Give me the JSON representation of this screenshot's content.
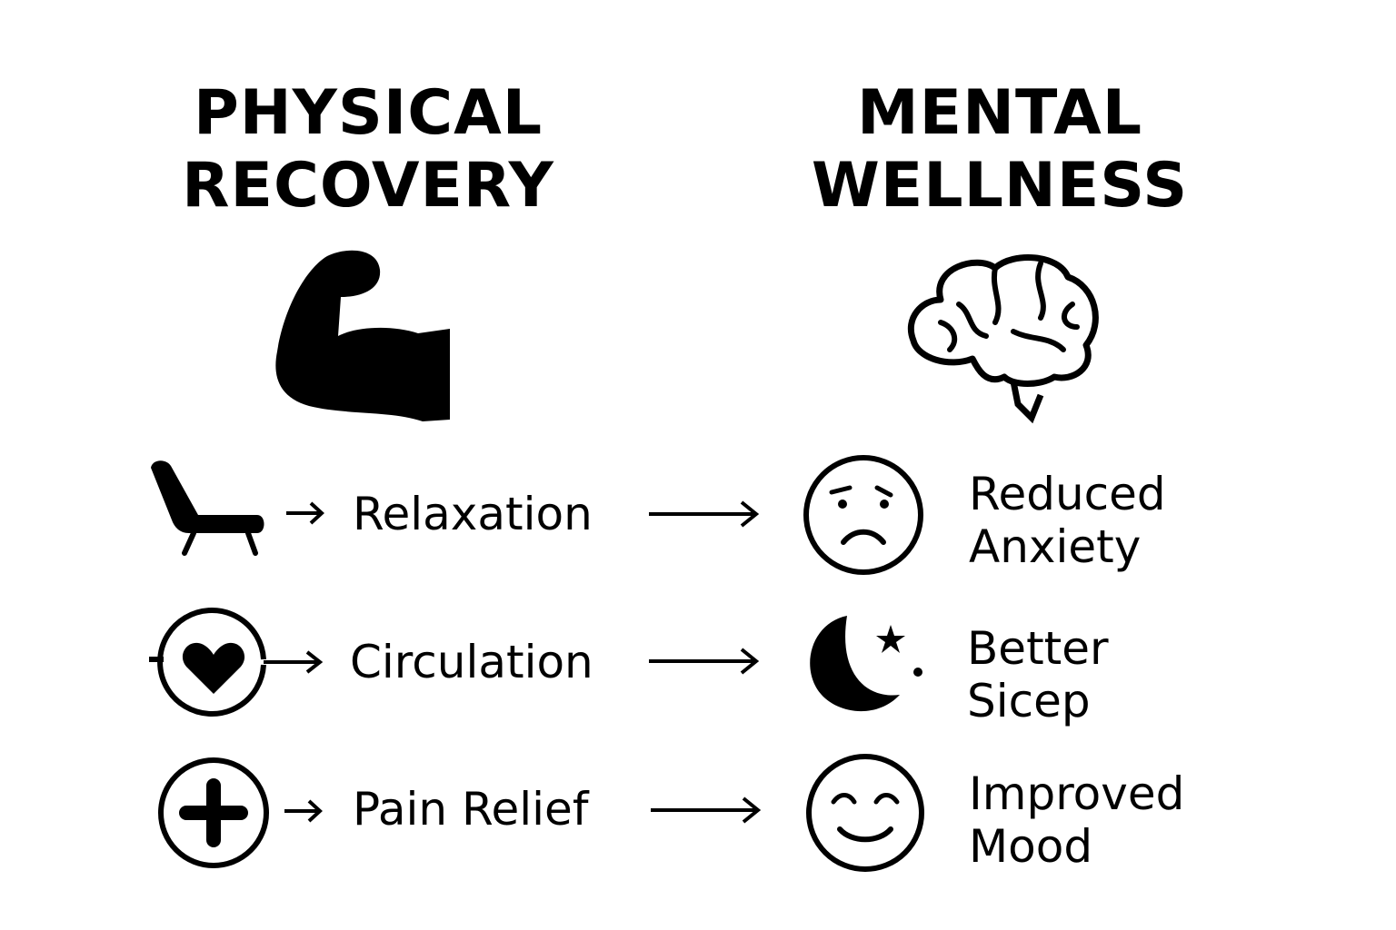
{
  "left_column": {
    "title_line1": "PHYSICAL",
    "title_line2": "RECOVERY",
    "icon": "flexed-bicep-icon"
  },
  "right_column": {
    "title_line1": "MENTAL",
    "title_line2": "WELLNESS",
    "icon": "brain-icon"
  },
  "rows": [
    {
      "left_icon": "lounge-chair-icon",
      "label": "Relaxation",
      "right_icon": "worried-face-icon",
      "result_line1": "Reduced",
      "result_line2": "Anxiety"
    },
    {
      "left_icon": "heart-circle-icon",
      "label": "Circulation",
      "right_icon": "moon-star-icon",
      "result_line1": "Better",
      "result_line2": "Sicep"
    },
    {
      "left_icon": "plus-circle-icon",
      "label": "Pain Relief",
      "right_icon": "smiling-face-icon",
      "result_line1": "Improved",
      "result_line2": "Mood"
    }
  ]
}
